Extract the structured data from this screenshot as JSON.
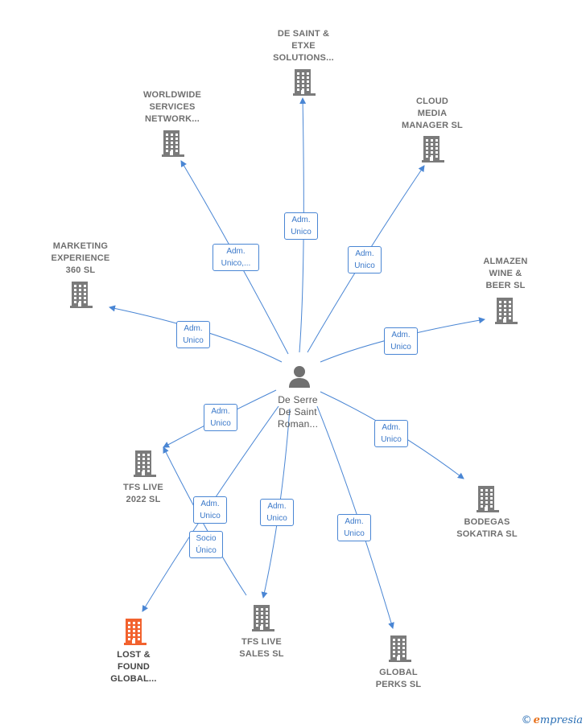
{
  "colors": {
    "edge": "#4a86d4",
    "company": "#7b7b7b",
    "focus": "#f2622e",
    "person": "#707070"
  },
  "person": {
    "label": "De Serre\nDe Saint\nRoman..."
  },
  "companies": [
    {
      "id": "desaint",
      "label": "DE SAINT &\nETXE\nSOLUTIONS..."
    },
    {
      "id": "worldwide",
      "label": "WORLDWIDE\nSERVICES\nNETWORK..."
    },
    {
      "id": "cloud",
      "label": "CLOUD\nMEDIA\nMANAGER SL"
    },
    {
      "id": "marketing",
      "label": "MARKETING\nEXPERIENCE\n360 SL"
    },
    {
      "id": "almazen",
      "label": "ALMAZEN\nWINE &\nBEER SL"
    },
    {
      "id": "tfs2022",
      "label": "TFS LIVE\n2022 SL"
    },
    {
      "id": "bodegas",
      "label": "BODEGAS\nSOKATIRA SL"
    },
    {
      "id": "lost",
      "label": "LOST &\nFOUND\nGLOBAL...",
      "focus": true
    },
    {
      "id": "tfssales",
      "label": "TFS LIVE\nSALES SL"
    },
    {
      "id": "globalperks",
      "label": "GLOBAL\nPERKS SL"
    }
  ],
  "edges": [
    {
      "to": "desaint",
      "label": "Adm.\nUnico"
    },
    {
      "to": "worldwide",
      "label": "Adm.\nUnico,..."
    },
    {
      "to": "cloud",
      "label": "Adm.\nUnico"
    },
    {
      "to": "marketing",
      "label": "Adm.\nUnico"
    },
    {
      "to": "almazen",
      "label": "Adm.\nUnico"
    },
    {
      "to": "tfs2022",
      "label": "Adm.\nUnico"
    },
    {
      "to": "bodegas",
      "label": "Adm.\nUnico"
    },
    {
      "to": "lost",
      "label": "Adm.\nUnico"
    },
    {
      "to": "tfssales",
      "label": "Adm.\nUnico"
    },
    {
      "to": "globalperks",
      "label": "Adm.\nUnico"
    },
    {
      "from": "tfssales",
      "to": "tfs2022",
      "label": "Socio\nÚnico"
    }
  ],
  "brand": {
    "copyright": "©",
    "first": "e",
    "rest": "mpresia"
  }
}
